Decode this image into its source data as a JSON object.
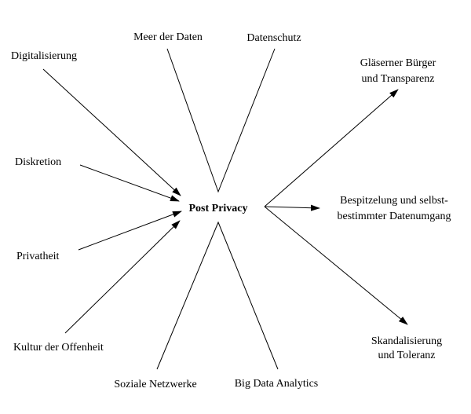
{
  "diagram": {
    "center": "Post Privacy",
    "inputs": [
      {
        "id": "digitalisierung",
        "lines": [
          "Digitalisierung"
        ]
      },
      {
        "id": "diskretion",
        "lines": [
          "Diskretion"
        ]
      },
      {
        "id": "privatheit",
        "lines": [
          "Privatheit"
        ]
      },
      {
        "id": "kultur",
        "lines": [
          "Kultur der Offenheit"
        ]
      }
    ],
    "outputs": [
      {
        "id": "glaeserner",
        "lines": [
          "Gläserner Bürger",
          "und Transparenz"
        ]
      },
      {
        "id": "bespitzelung",
        "lines": [
          "Bespitzelung und selbst-",
          "bestimmter Datenumgang"
        ]
      },
      {
        "id": "skandalisierung",
        "lines": [
          "Skandalisierung",
          "und Toleranz"
        ]
      }
    ],
    "wedges": [
      {
        "id": "meer",
        "lines": [
          "Meer der Daten"
        ]
      },
      {
        "id": "datenschutz",
        "lines": [
          "Datenschutz"
        ]
      },
      {
        "id": "soziale",
        "lines": [
          "Soziale Netzwerke"
        ]
      },
      {
        "id": "bigdata",
        "lines": [
          "Big Data Analytics"
        ]
      }
    ],
    "colors": {
      "lines": "#000000",
      "text": "#000000",
      "background": "#ffffff"
    }
  }
}
